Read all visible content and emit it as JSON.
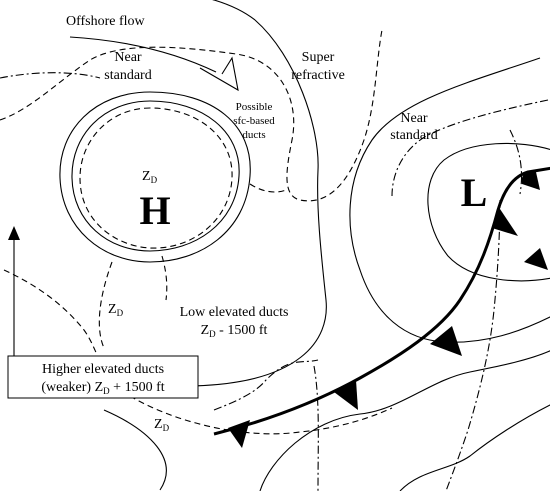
{
  "labels": {
    "offshore_flow": "Offshore flow",
    "near_standard_left_1": "Near",
    "near_standard_left_2": "standard",
    "super_refractive_1": "Super",
    "super_refractive_2": "refractive",
    "near_standard_right_1": "Near",
    "near_standard_right_2": "standard",
    "possible_ducts_1": "Possible",
    "possible_ducts_2": "sfc-based",
    "possible_ducts_3": "ducts",
    "high_symbol": "H",
    "low_symbol": "L",
    "zd_main": "Z",
    "zd_sub": "D",
    "low_elevated_1": "Low elevated ducts",
    "low_elevated_2_suffix": " - 1500 ft",
    "higher_elevated_1": "Higher elevated ducts",
    "higher_elevated_2_prefix": "(weaker) ",
    "higher_elevated_2_suffix": " + 1500 ft"
  }
}
